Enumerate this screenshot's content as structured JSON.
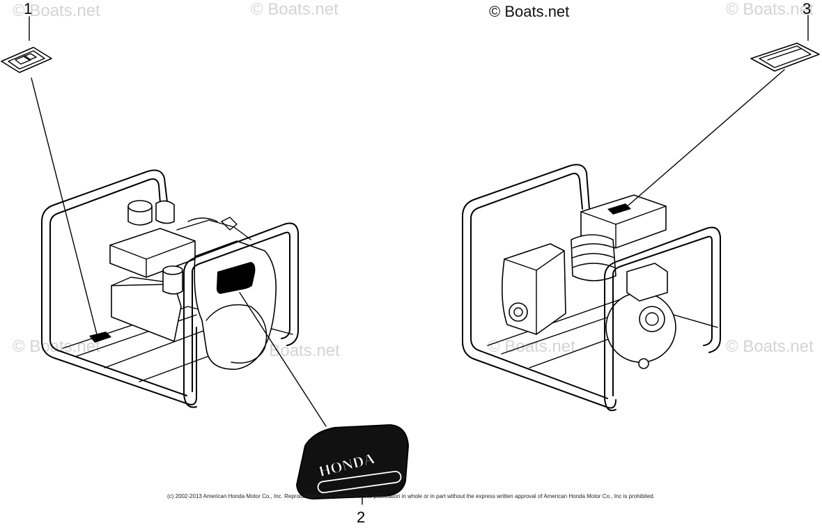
{
  "watermarks": {
    "top_center": "© Boats.net",
    "faint": [
      "© Boats.net",
      "© Boats.net",
      "© Boats.net",
      "© Boats.net",
      "© Boats.net",
      "© Boats.net",
      "© Boats.net"
    ]
  },
  "callouts": [
    "1",
    "2",
    "3"
  ],
  "emblem_text": "HONDA",
  "copyright": "(c) 2002-2013 American Honda Motor Co., Inc. Reproduction of the contents of this publication in whole or in part without the express written approval of American Honda Motor Co., Inc is prohibited.",
  "colors": {
    "line": "#000000",
    "watermark": "#d4d4d4",
    "background": "#ffffff"
  }
}
